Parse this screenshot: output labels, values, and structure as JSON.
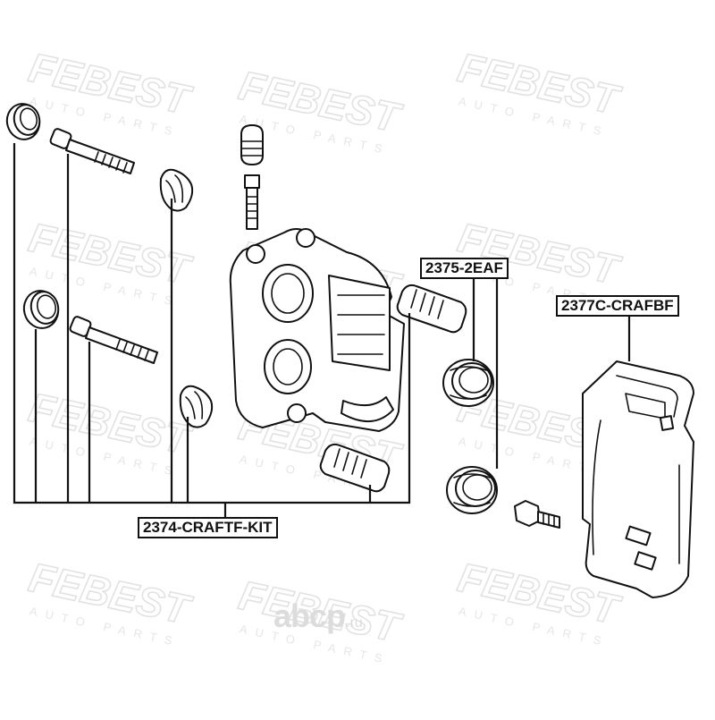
{
  "watermark": {
    "brand": "FEBEST",
    "subtitle": "AUTO PARTS",
    "site_name": "аbcp",
    "site_tld": ".ru"
  },
  "labels": {
    "kit": "2374-CRAFTF-KIT",
    "piston_kit": "2375-2EAF",
    "bracket": "2377C-CRAFBF"
  },
  "colors": {
    "line": "#111111",
    "watermark": "#e2e2e2",
    "background": "#ffffff"
  }
}
